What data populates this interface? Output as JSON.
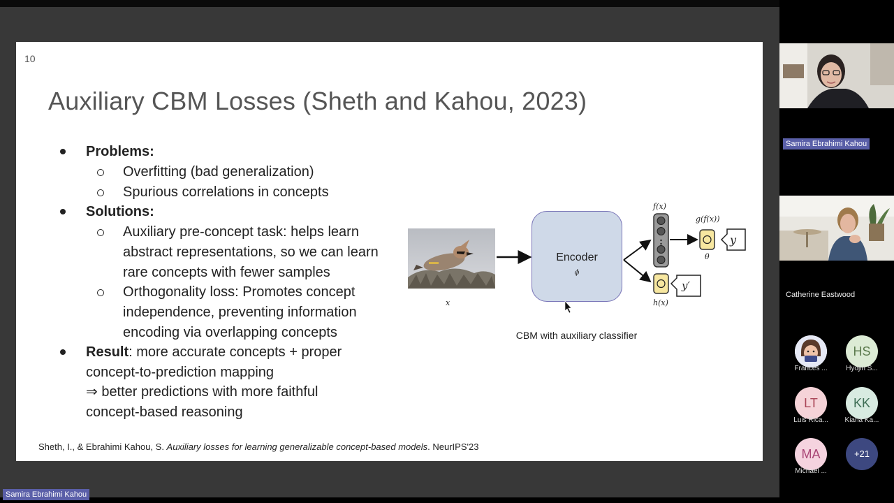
{
  "slide": {
    "number": "10",
    "title": "Auxiliary CBM Losses (Sheth and Kahou, 2023)",
    "bullets": {
      "problems": {
        "heading": "Problems:",
        "items": [
          "Overfitting (bad generalization)",
          "Spurious correlations in concepts"
        ]
      },
      "solutions": {
        "heading": "Solutions:",
        "aux": [
          "Auxiliary pre-concept task: helps learn",
          "abstract representations, so we can learn",
          "rare concepts with fewer samples"
        ],
        "orth": [
          "Orthogonality loss: Promotes concept",
          "independence, preventing information",
          "encoding via overlapping concepts"
        ]
      },
      "result": {
        "heading": "Result",
        "line1": ": more accurate concepts + proper",
        "line2": "concept-to-prediction mapping",
        "line3": "⇒ better predictions with more faithful",
        "line4": "concept-based reasoning"
      }
    },
    "citation": {
      "authors": "Sheth, I., & Ebrahimi Kahou, S. ",
      "title": "Auxiliary losses for learning generalizable concept-based models",
      "venue": ". NeurIPS'23"
    },
    "diagram": {
      "encoder_label": "Encoder",
      "encoder_param": "ϕ",
      "x_label": "x",
      "fx_label": "f(x)",
      "gfx_label": "g(f(x))",
      "theta_label": "θ",
      "hx_label": "h(x)",
      "y_label": "y",
      "yprime_label": "y′",
      "caption": "CBM with auxiliary classifier",
      "colors": {
        "encoder_fill": "#cfd9e8",
        "encoder_border": "#7a76b8",
        "node_fill": "#f7e7a0"
      }
    }
  },
  "presenter_label": "Samira Ebrahimi Kahou",
  "participants": {
    "video_1_name": "Samira Ebrahimi Kahou",
    "video_2_name": "Catherine Eastwood",
    "avatars": [
      {
        "initials": "",
        "name": "Frances ...",
        "icon": "memoji-avatar"
      },
      {
        "initials": "HS",
        "name": "Hyojin S...",
        "bg": "#dcebd5",
        "fg": "#5b7a4d"
      },
      {
        "initials": "LT",
        "name": "Luis Rica...",
        "bg": "#f5d3d8",
        "fg": "#a94456"
      },
      {
        "initials": "KK",
        "name": "Kiana Ka...",
        "bg": "#d8ebe1",
        "fg": "#3f6e56"
      },
      {
        "initials": "MA",
        "name": "Michael ...",
        "bg": "#f5d3df",
        "fg": "#a94475"
      }
    ],
    "more_count": "+21"
  }
}
